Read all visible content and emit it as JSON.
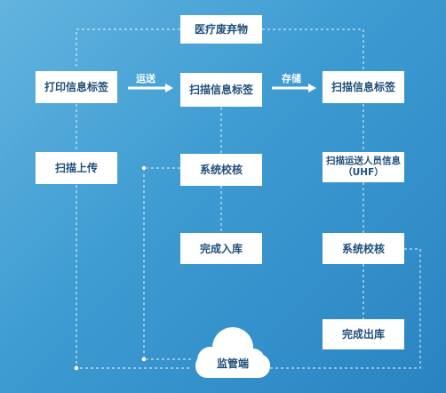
{
  "diagram": {
    "nodes": {
      "medical_waste": "医疗废弃物",
      "print_label": "打印信息标签",
      "scan_label_1": "扫描信息标签",
      "scan_label_2": "扫描信息标签",
      "scan_upload": "扫描上传",
      "system_verify_1": "系统校核",
      "scan_staff_info": "扫描运送人员信息\n（UHF）",
      "complete_inbound": "完成入库",
      "system_verify_2": "系统校核",
      "complete_outbound": "完成出库",
      "monitor": "监管端"
    },
    "arrows": {
      "transport": "运送",
      "storage": "存储"
    }
  }
}
